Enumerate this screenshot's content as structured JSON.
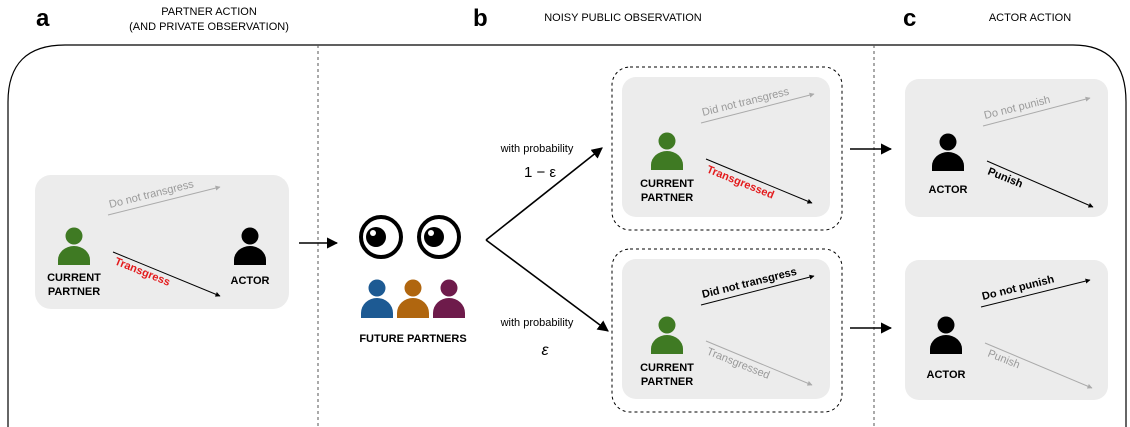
{
  "panels": {
    "a": {
      "letter": "a",
      "title_line1": "PARTNER ACTION",
      "title_line2": "(AND PRIVATE OBSERVATION)"
    },
    "b": {
      "letter": "b",
      "title": "NOISY PUBLIC OBSERVATION"
    },
    "c": {
      "letter": "c",
      "title": "ACTOR ACTION"
    }
  },
  "left_box": {
    "partner_label_1": "CURRENT",
    "partner_label_2": "PARTNER",
    "option_dim": "Do not transgress",
    "option_bold": "Transgress",
    "actor_label": "ACTOR"
  },
  "observers": {
    "label": "FUTURE PARTNERS"
  },
  "branches": {
    "top_prob_text": "with probability",
    "top_prob_value": "1 − ε",
    "bottom_prob_text": "with probability",
    "bottom_prob_value": "ε"
  },
  "obs_top": {
    "partner_label_1": "CURRENT",
    "partner_label_2": "PARTNER",
    "option_dim": "Did not transgress",
    "option_bold": "Transgressed"
  },
  "obs_bottom": {
    "partner_label_1": "CURRENT",
    "partner_label_2": "PARTNER",
    "option_bold": "Did not transgress",
    "option_dim": "Transgressed"
  },
  "act_top": {
    "actor_label": "ACTOR",
    "option_dim": "Do not punish",
    "option_bold": "Punish"
  },
  "act_bottom": {
    "actor_label": "ACTOR",
    "option_bold": "Do not punish",
    "option_dim": "Punish"
  },
  "colors": {
    "partner_green": "#3f7a23",
    "actor_black": "#000000",
    "future_blue": "#1d5a93",
    "future_orange": "#b0660f",
    "future_purple": "#6e1b4b",
    "transgress_red": "#e31a1c",
    "box_gray": "#ececec",
    "dim_gray": "#9a9a9a"
  }
}
